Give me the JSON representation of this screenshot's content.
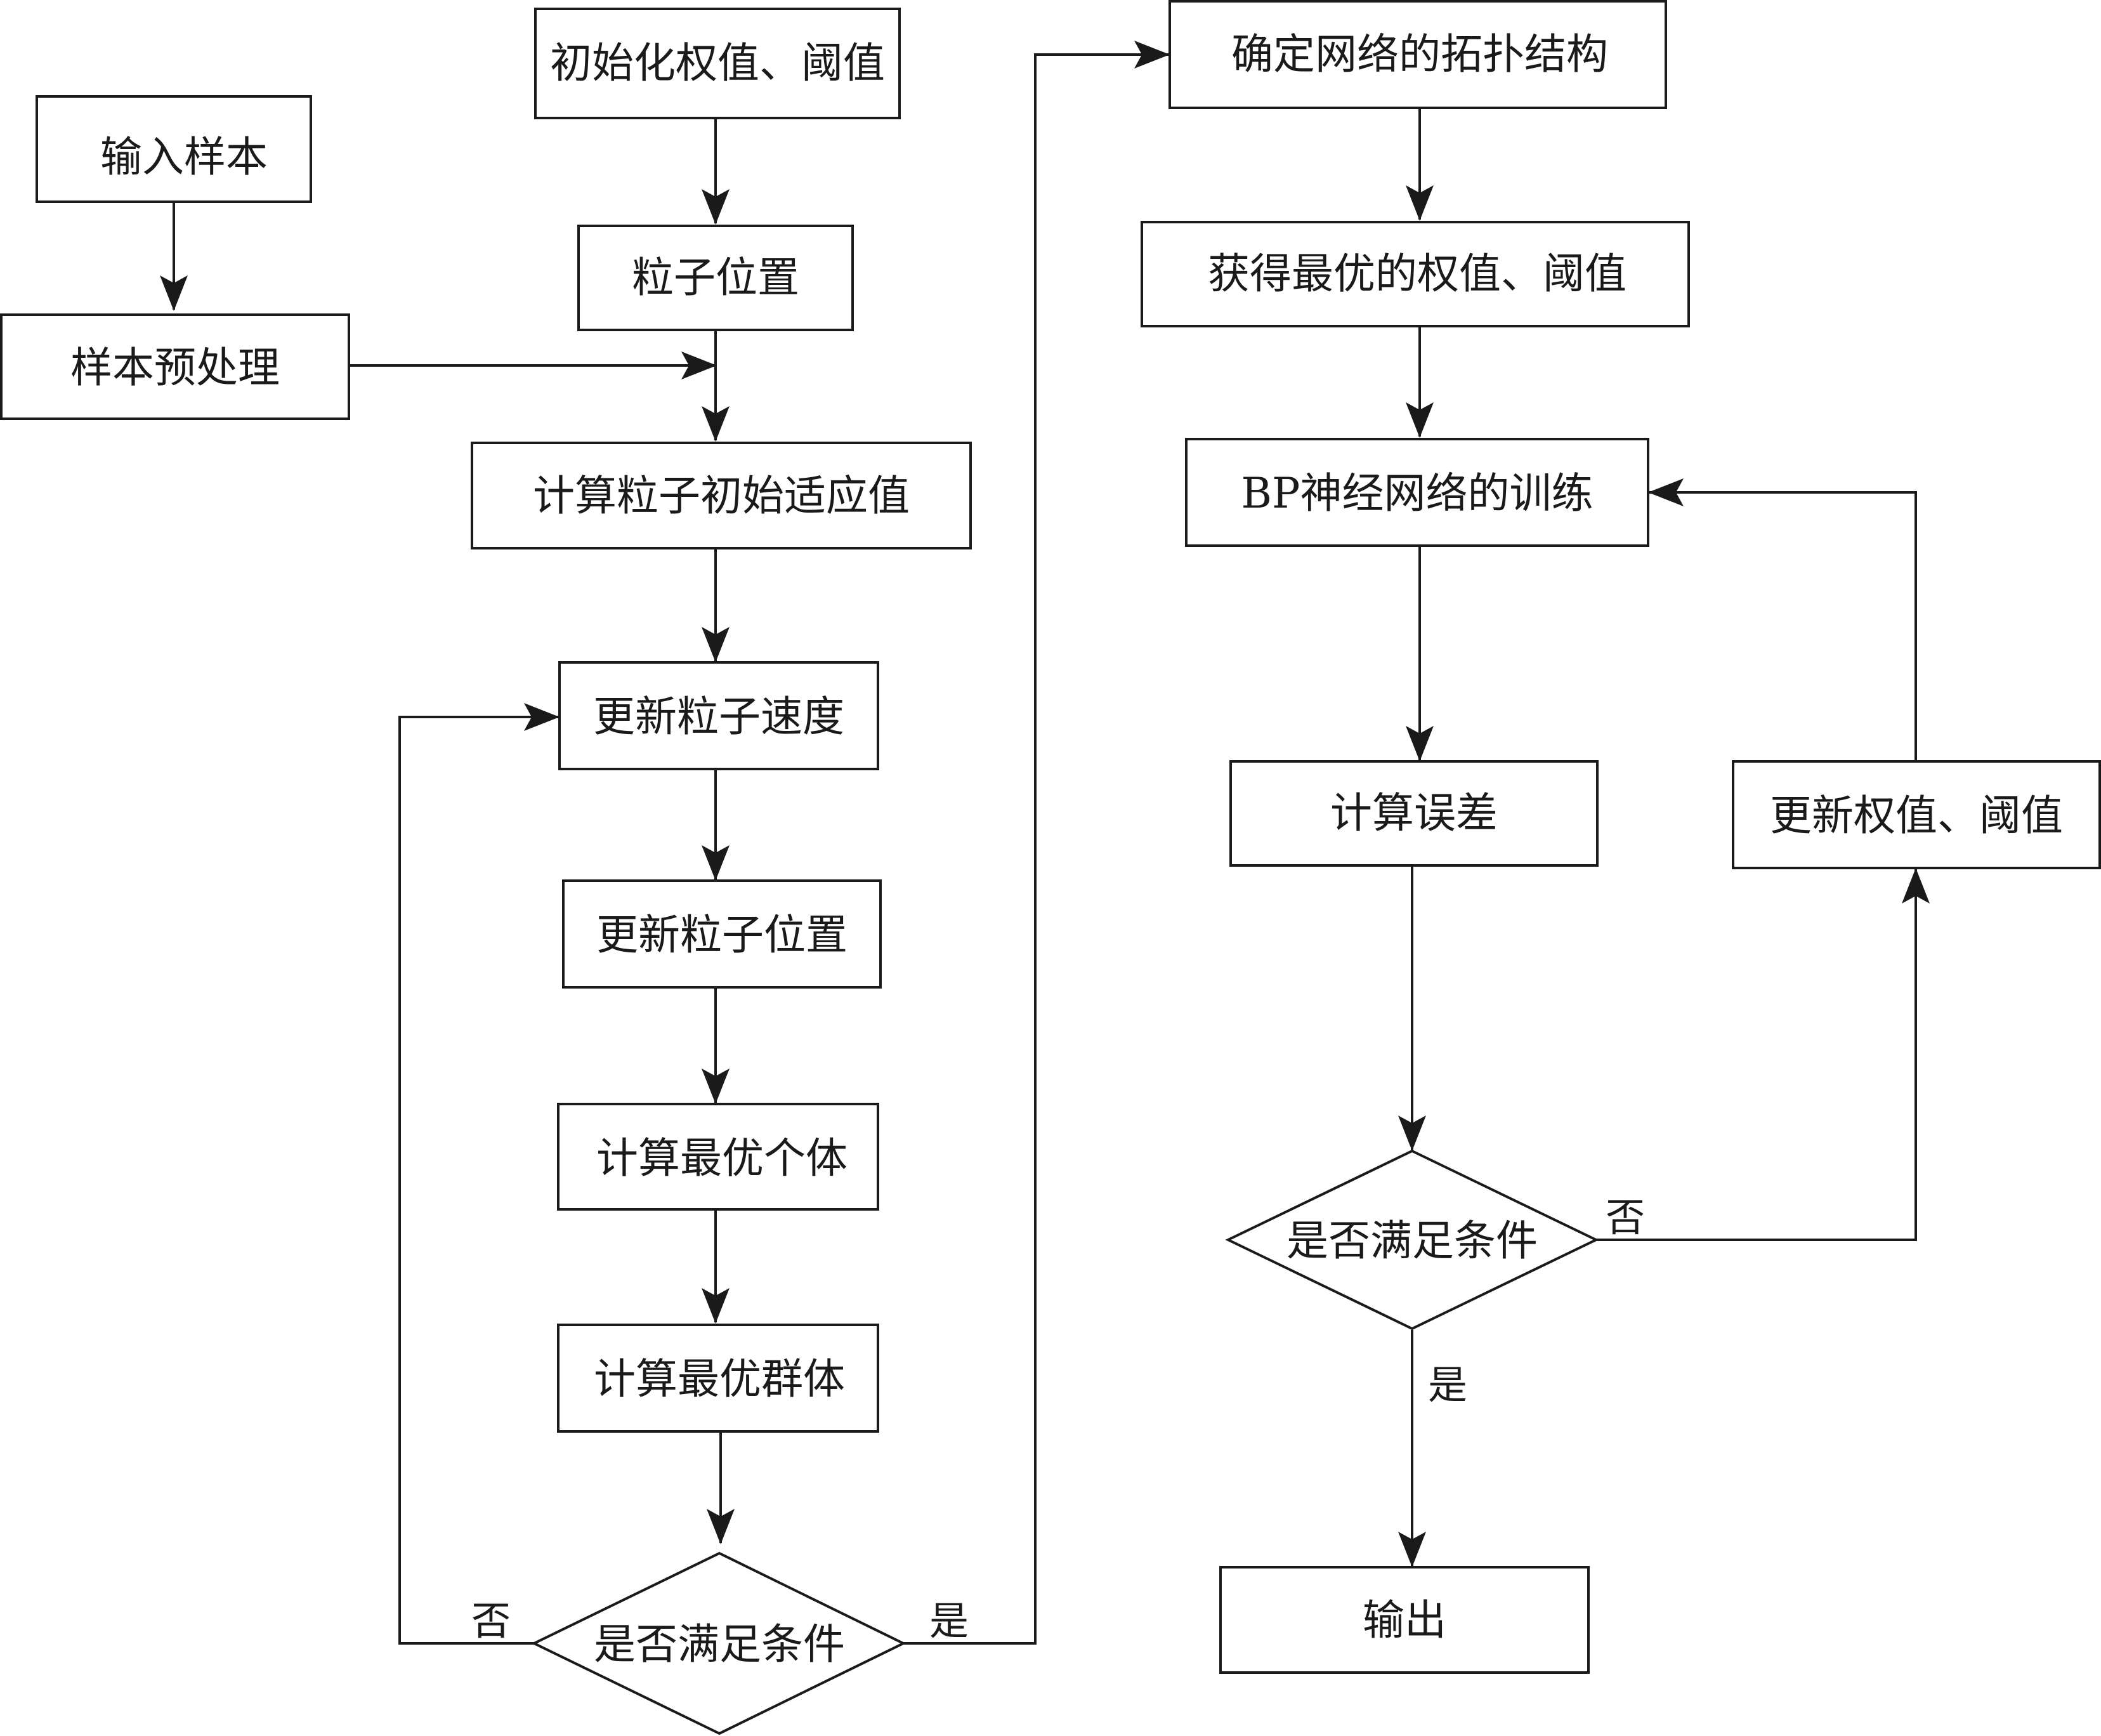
{
  "nodes": {
    "input_sample": "输入样本",
    "preprocess": "样本预处理",
    "init_weights": "初始化权值、阈值",
    "particle_position": "粒子位置",
    "calc_initial_fitness": "计算粒子初始适应值",
    "update_velocity": "更新粒子速度",
    "update_position": "更新粒子位置",
    "calc_best_individual": "计算最优个体",
    "calc_best_group": "计算最优群体",
    "pso_condition": "是否满足条件",
    "determine_topology": "确定网络的拓扑结构",
    "get_optimal_weights": "获得最优的权值、阈值",
    "bp_training": "BP神经网络的训练",
    "calc_error": "计算误差",
    "update_weights": "更新权值、阈值",
    "bp_condition": "是否满足条件",
    "output": "输出"
  },
  "branches": {
    "pso_no": "否",
    "pso_yes": "是",
    "bp_no": "否",
    "bp_yes": "是"
  },
  "colors": {
    "stroke": "#1a1a1a",
    "fill": "#ffffff"
  }
}
